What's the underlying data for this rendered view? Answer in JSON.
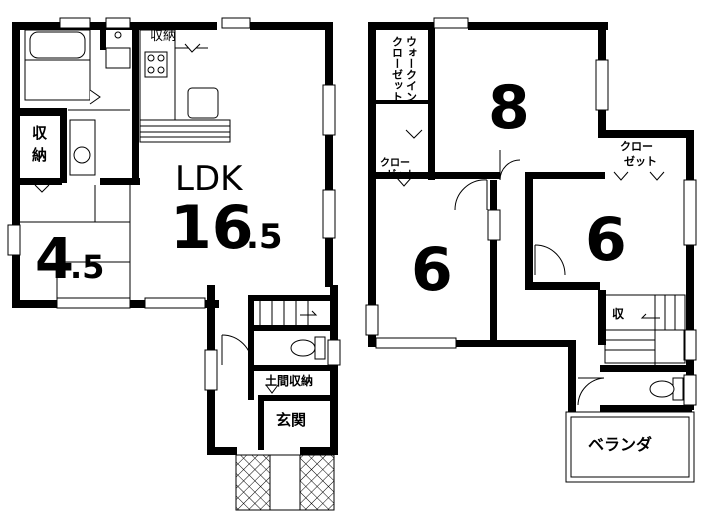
{
  "floor1": {
    "ldk_label": "LDK",
    "ldk_size_int": "16",
    "ldk_size_dec": ".5",
    "room_size_int": "4",
    "room_size_dec": ".5",
    "storage_top": "収納",
    "storage_left_1": "収",
    "storage_left_2": "納",
    "shoe_storage": "土間収納",
    "entrance": "玄関"
  },
  "floor2": {
    "walkin_line1": "ウォークイン",
    "walkin_line2": "クローゼット",
    "room_top_size": "8",
    "room_left_size": "6",
    "room_right_size": "6",
    "closet_left_1": "クロー",
    "closet_left_2": "ゼット",
    "closet_right_1": "クロー",
    "closet_right_2": "ゼット",
    "small_storage": "収",
    "balcony": "ベランダ"
  }
}
